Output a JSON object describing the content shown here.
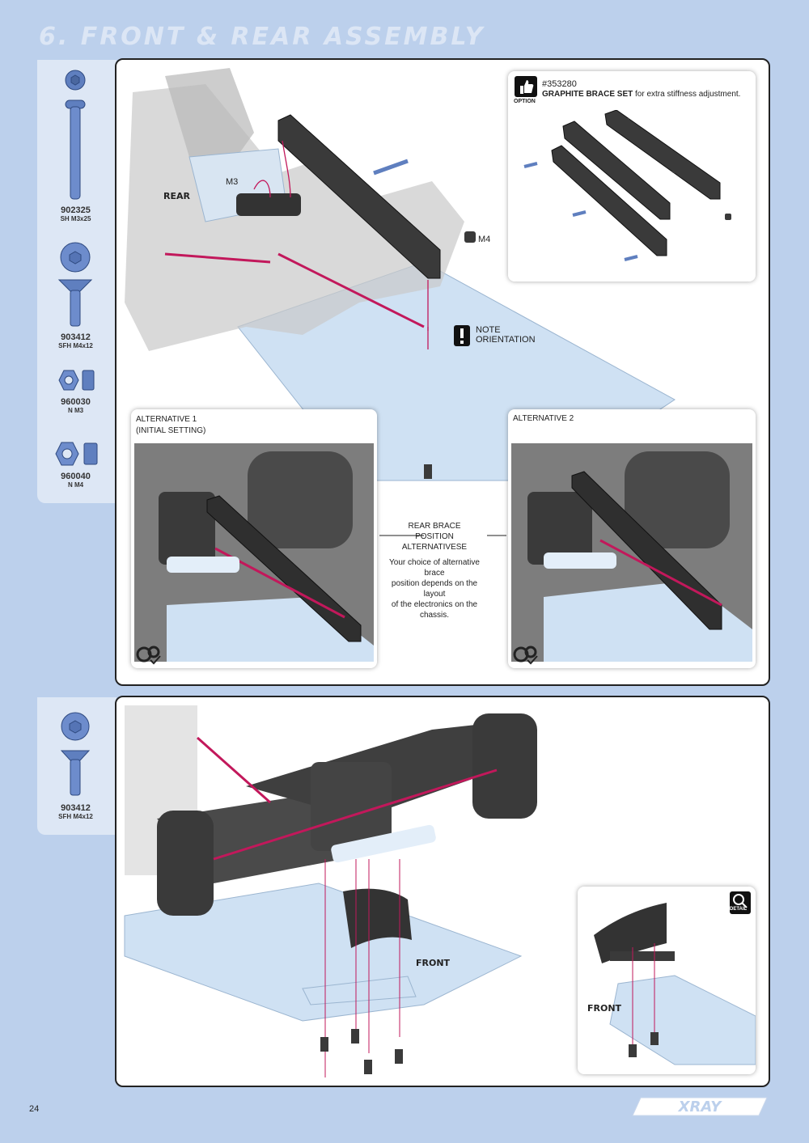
{
  "page": {
    "title": "6. FRONT & REAR ASSEMBLY",
    "page_number": "24",
    "brand": "XRAY"
  },
  "sidebar_top": {
    "parts": [
      {
        "code": "902325",
        "desc": "SH M3x25"
      },
      {
        "code": "903412",
        "desc": "SFH M4x12"
      },
      {
        "code": "960030",
        "desc": "N M3"
      },
      {
        "code": "960040",
        "desc": "N M4"
      }
    ]
  },
  "sidebar_bottom": {
    "parts": [
      {
        "code": "903412",
        "desc": "SFH M4x12"
      }
    ]
  },
  "rear_panel": {
    "rear_label": "REAR",
    "m3_label": "M3",
    "m4_label": "M4",
    "note": "NOTE\nORIENTATION",
    "note_line1": "NOTE",
    "note_line2": "ORIENTATION",
    "option": {
      "badge": "OPTION",
      "part": "#353280",
      "name": "GRAPHITE BRACE SET",
      "desc": " for extra stiffness adjustment."
    },
    "alt1": {
      "line1": "ALTERNATIVE 1",
      "line2": "(INITIAL SETTING)"
    },
    "alt2": {
      "line1": "ALTERNATIVE 2"
    },
    "center": {
      "heading1": "REAR BRACE",
      "heading2": "POSITION ALTERNATIVESE",
      "body1": "Your choice of alternative brace",
      "body2": "position depends on the layout",
      "body3": "of the electronics on the chassis."
    }
  },
  "front_panel": {
    "front_label": "FRONT",
    "detail_front_label": "FRONT",
    "detail_badge": "DETAIL"
  },
  "colors": {
    "background": "#bcd0ec",
    "sidebar": "#dde7f5",
    "accent_magenta": "#c2185b",
    "chassis_blue": "#cfe1f3",
    "part_dark": "#3a3a3a",
    "screw_blue": "#5f7fbf"
  }
}
